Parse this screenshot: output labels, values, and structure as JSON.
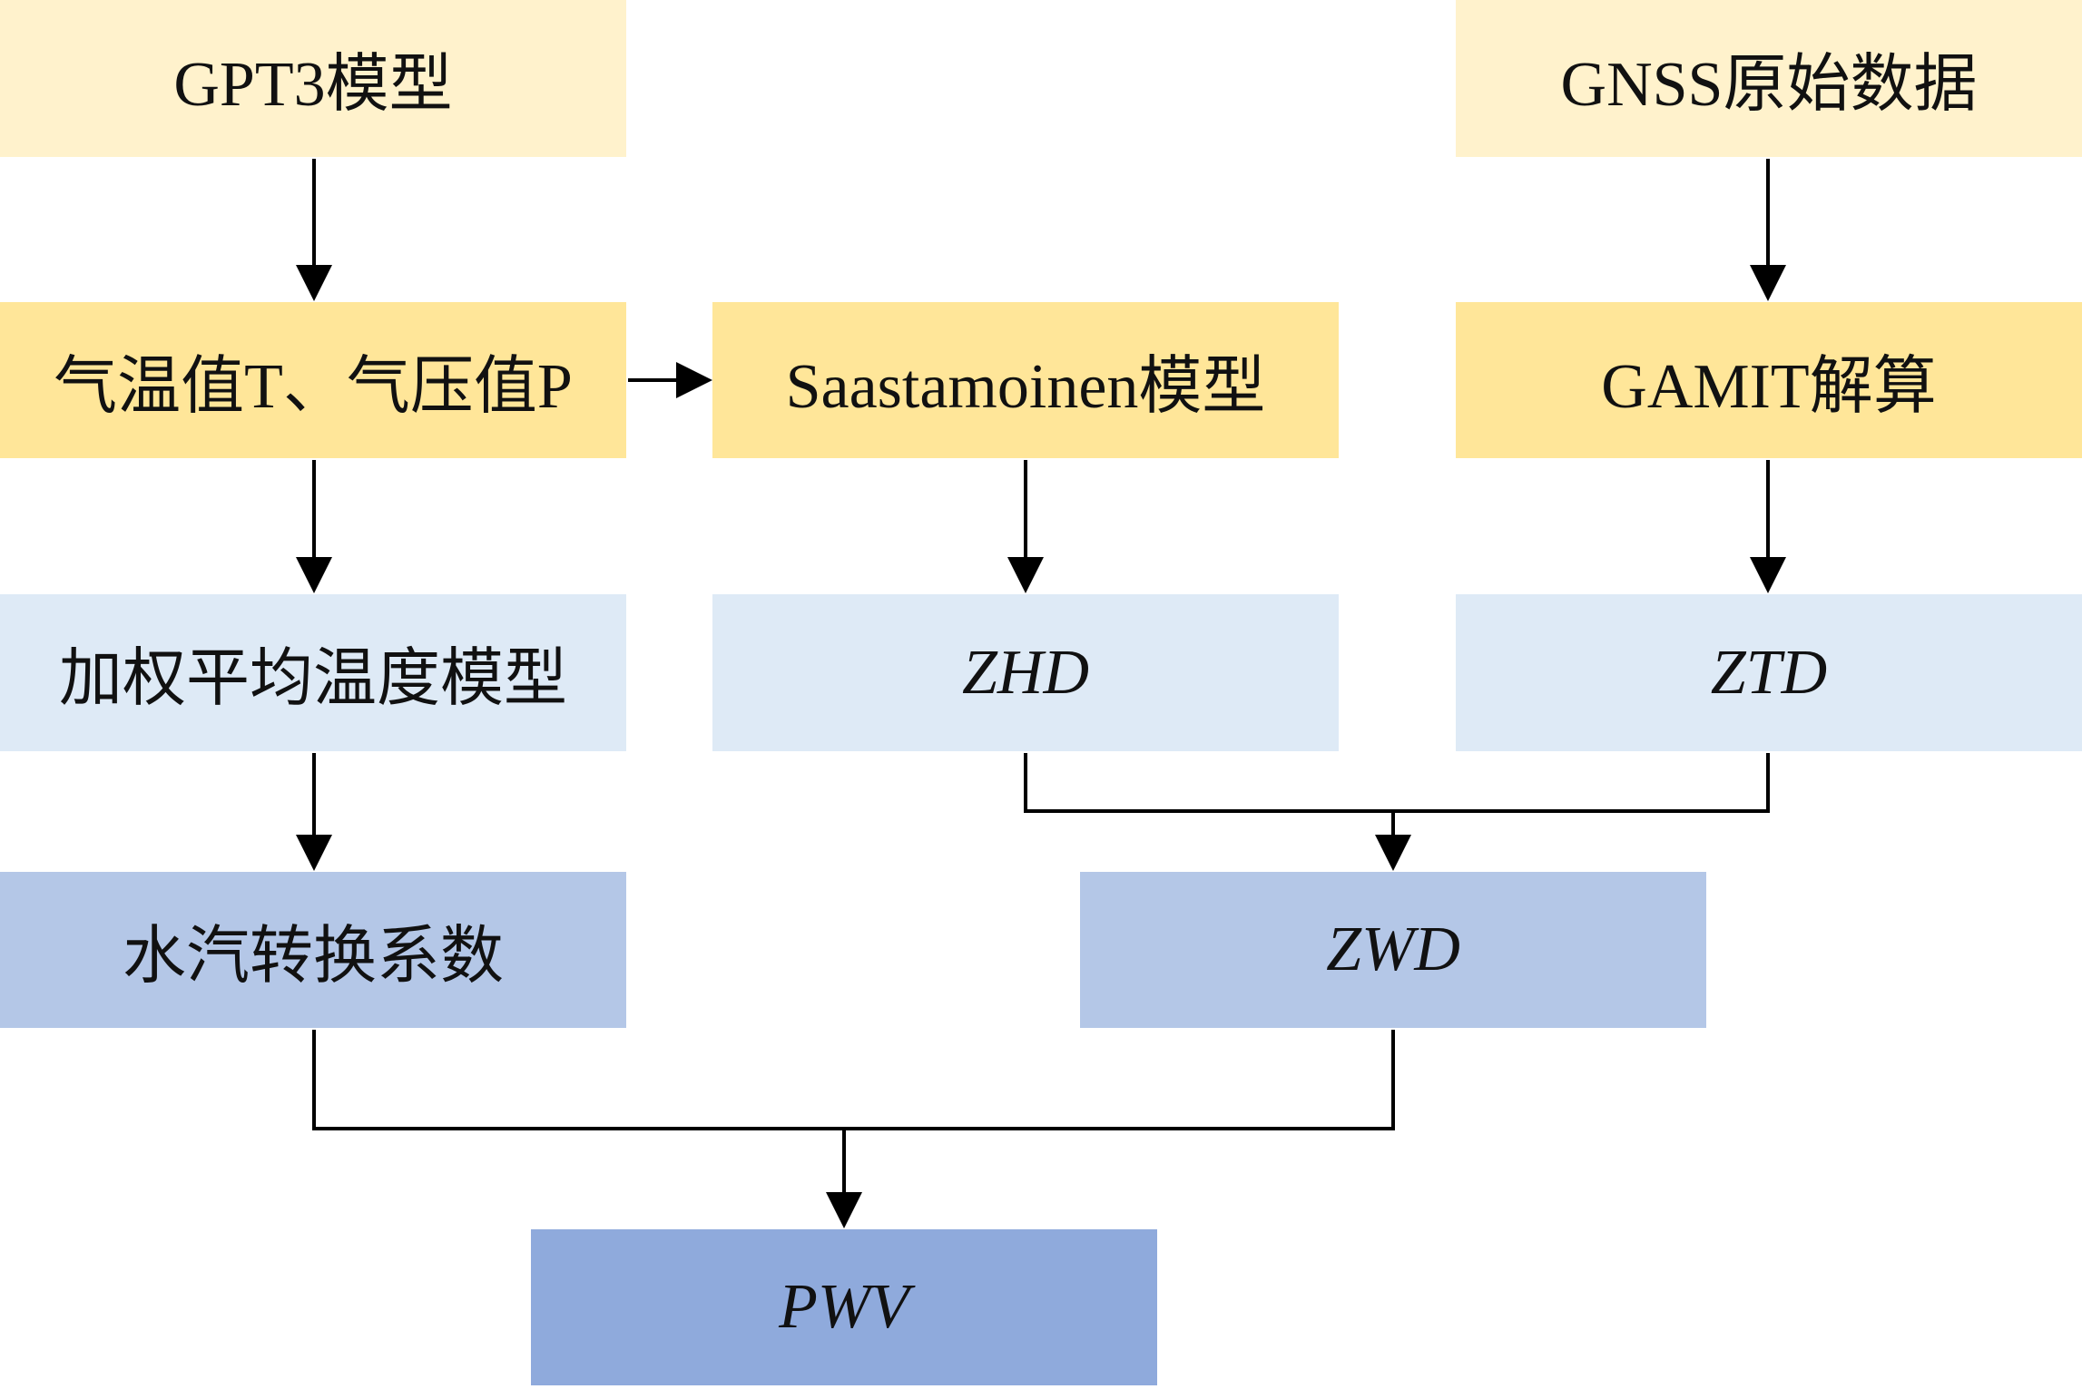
{
  "nodes": {
    "gpt3": {
      "label": "GPT3模型",
      "color": "#fff2cc"
    },
    "gnss_raw": {
      "label": "GNSS原始数据",
      "color": "#fff2cc"
    },
    "temp_pressure": {
      "label": "气温值T、气压值P",
      "color": "#ffe699"
    },
    "saastamoinen": {
      "label": "Saastamoinen模型",
      "color": "#ffe699"
    },
    "gamit": {
      "label": "GAMIT解算",
      "color": "#ffe699"
    },
    "weighted_mean_temp": {
      "label": "加权平均温度模型",
      "color": "#deeaf6"
    },
    "zhd": {
      "label": "ZHD",
      "color": "#deeaf6"
    },
    "ztd": {
      "label": "ZTD",
      "color": "#deeaf6"
    },
    "conversion_factor": {
      "label": "水汽转换系数",
      "color": "#b4c7e7"
    },
    "zwd": {
      "label": "ZWD",
      "color": "#b4c7e7"
    },
    "pwv": {
      "label": "PWV",
      "color": "#8faadc"
    }
  },
  "edges": [
    {
      "from": "gpt3",
      "to": "temp_pressure"
    },
    {
      "from": "gnss_raw",
      "to": "gamit"
    },
    {
      "from": "temp_pressure",
      "to": "saastamoinen"
    },
    {
      "from": "temp_pressure",
      "to": "weighted_mean_temp"
    },
    {
      "from": "saastamoinen",
      "to": "zhd"
    },
    {
      "from": "gamit",
      "to": "ztd"
    },
    {
      "from": "weighted_mean_temp",
      "to": "conversion_factor"
    },
    {
      "from": "zhd",
      "to": "zwd"
    },
    {
      "from": "ztd",
      "to": "zwd"
    },
    {
      "from": "conversion_factor",
      "to": "pwv"
    },
    {
      "from": "zwd",
      "to": "pwv"
    }
  ],
  "colors": {
    "line": "#000000"
  }
}
